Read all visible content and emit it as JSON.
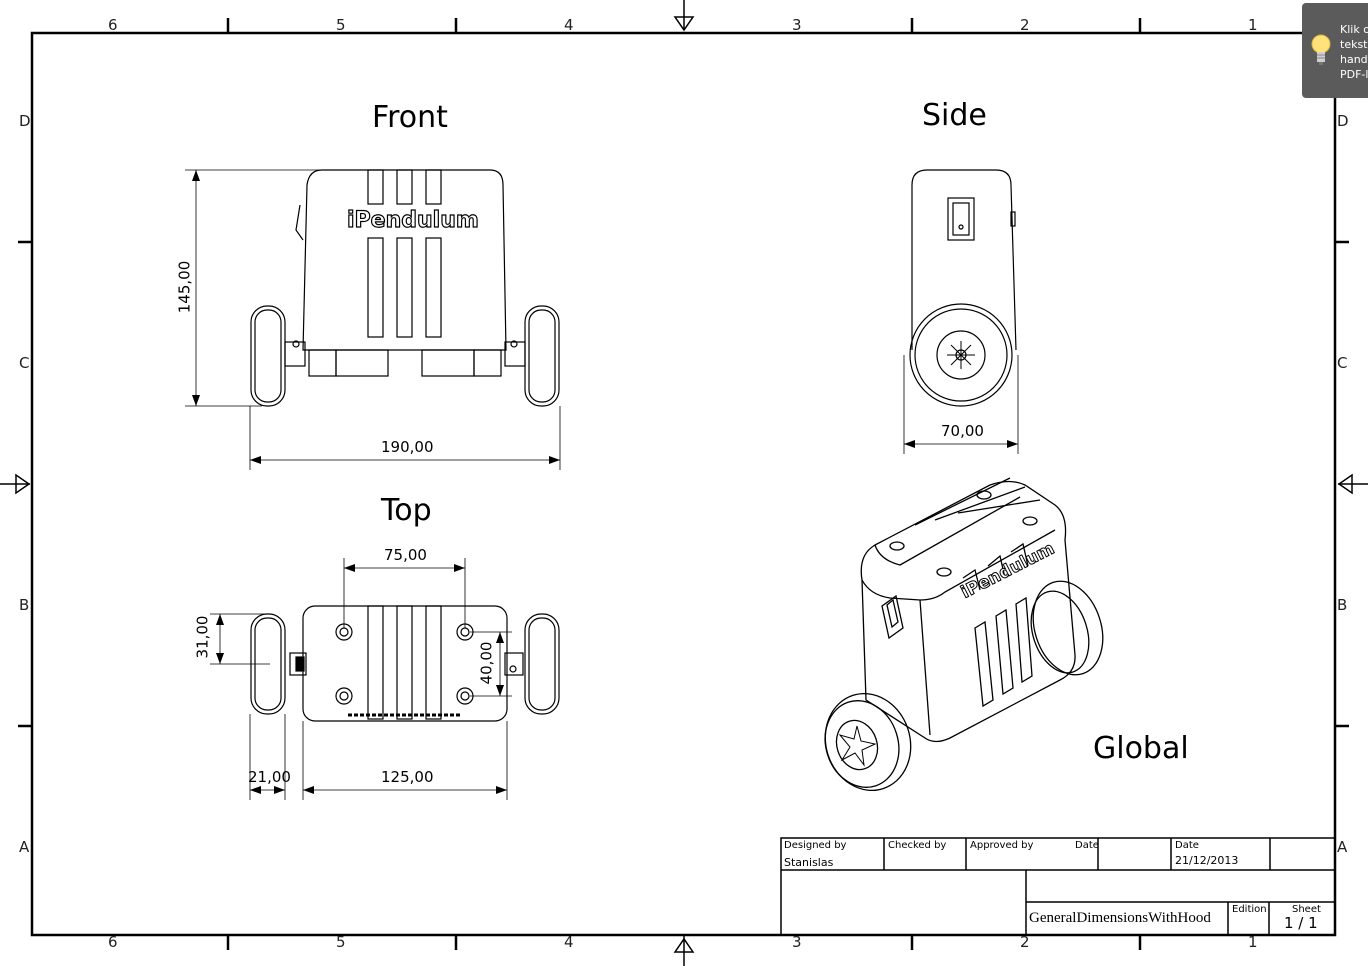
{
  "drawing": {
    "zone_columns_top": [
      "6",
      "5",
      "4",
      "3",
      "2",
      "1"
    ],
    "zone_columns_bottom": [
      "6",
      "5",
      "4",
      "3",
      "2",
      "1"
    ],
    "zone_rows_left": [
      "D",
      "C",
      "B",
      "A"
    ],
    "zone_rows_right": [
      "D",
      "C",
      "B",
      "A"
    ],
    "views": {
      "front": "Front",
      "side": "Side",
      "top": "Top",
      "global": "Global"
    },
    "product_label": "iPendulum",
    "dimensions": {
      "front_height": "145,00",
      "front_width": "190,00",
      "side_width": "70,00",
      "top_hole_span": "75,00",
      "top_wheel_height": "31,00",
      "top_hole_vertical": "40,00",
      "top_wheel_width": "21,00",
      "top_body_width": "125,00"
    }
  },
  "title_block": {
    "designed_by_label": "Designed by",
    "designed_by": "Stanislas",
    "checked_by_label": "Checked by",
    "approved_by_label": "Approved by",
    "date_label_1": "Date",
    "date_label_2": "Date",
    "date": "21/12/2013",
    "title": "GeneralDimensionsWithHood",
    "edition_label": "Edition",
    "sheet_label": "Sheet",
    "sheet": "1 / 1"
  },
  "tooltip": {
    "icon": "lightbulb-icon",
    "lines": [
      "Klik o",
      "tekst",
      "handt",
      "PDF-l"
    ]
  }
}
